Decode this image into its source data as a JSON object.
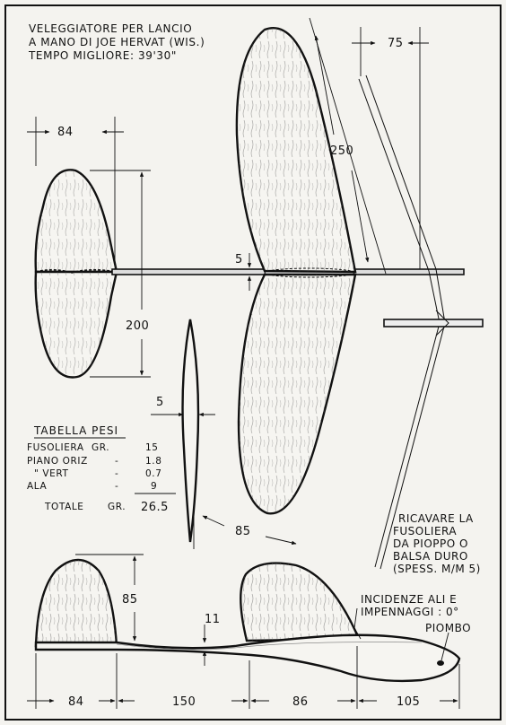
{
  "title": {
    "line1": "VELEGGIATORE PER LANCIO",
    "line2": "A MANO DI JOE HERVAT (WIS.)",
    "line3": "TEMPO MIGLIORE: 39'30\""
  },
  "dimensions": {
    "tail_width": "84",
    "tail_span": "200",
    "wing_length": "250",
    "dihedral_offset": "75",
    "fuselage_thickness": "5",
    "section_thickness": "5",
    "wing_chord": "85",
    "fin_height": "85",
    "fuselage_depth": "11",
    "side_seg1": "84",
    "side_seg2": "150",
    "side_seg3": "86",
    "side_seg4": "105"
  },
  "weights_table": {
    "heading": "TABELLA PESI",
    "rows": [
      {
        "part": "FUSOLIERA",
        "unit": "GR.",
        "value": "15"
      },
      {
        "part": "PIANO ORIZ",
        "unit": "-",
        "value": "1.8"
      },
      {
        "part": "\" VERT",
        "unit": "-",
        "value": "0.7"
      },
      {
        "part": "ALA",
        "unit": "-",
        "value": "9"
      }
    ],
    "total_label": "TOTALE",
    "total_unit": "GR.",
    "total_value": "26.5"
  },
  "notes": {
    "fuselage_1": "RICAVARE LA",
    "fuselage_2": "FUSOLIERA",
    "fuselage_3": "DA PIOPPO O",
    "fuselage_4": "BALSA DURO",
    "fuselage_5": "(SPESS. M/M 5)",
    "incidence_1": "INCIDENZE ALI E",
    "incidence_2": "IMPENNAGGI : 0°",
    "ballast": "PIOMBO"
  }
}
